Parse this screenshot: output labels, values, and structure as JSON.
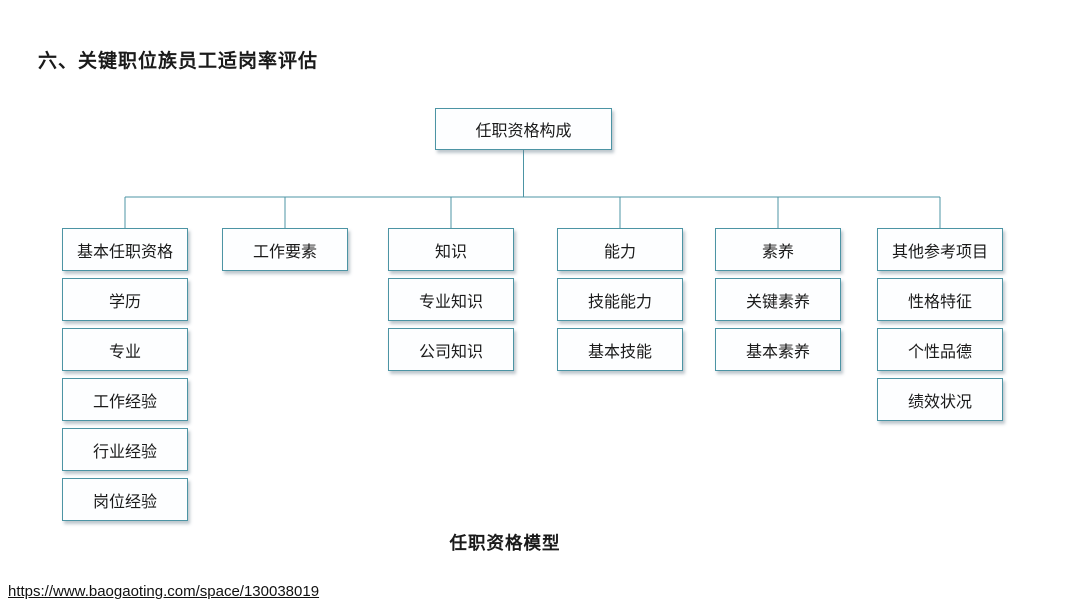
{
  "page_title": "六、关键职位族员工适岗率评估",
  "diagram": {
    "root": "任职资格构成",
    "columns": [
      {
        "header": "基本任职资格",
        "items": [
          "学历",
          "专业",
          "工作经验",
          "行业经验",
          "岗位经验"
        ]
      },
      {
        "header": "工作要素",
        "items": []
      },
      {
        "header": "知识",
        "items": [
          "专业知识",
          "公司知识"
        ]
      },
      {
        "header": "能力",
        "items": [
          "技能能力",
          "基本技能"
        ]
      },
      {
        "header": "素养",
        "items": [
          "关键素养",
          "基本素养"
        ]
      },
      {
        "header": "其他参考项目",
        "items": [
          "性格特征",
          "个性品德",
          "绩效状况"
        ]
      }
    ],
    "caption": "任职资格模型",
    "line_color": "#4c94a4",
    "border_color": "#4c94a4"
  },
  "footer": {
    "source_url": "https://www.baogaoting.com/space/130038019"
  }
}
